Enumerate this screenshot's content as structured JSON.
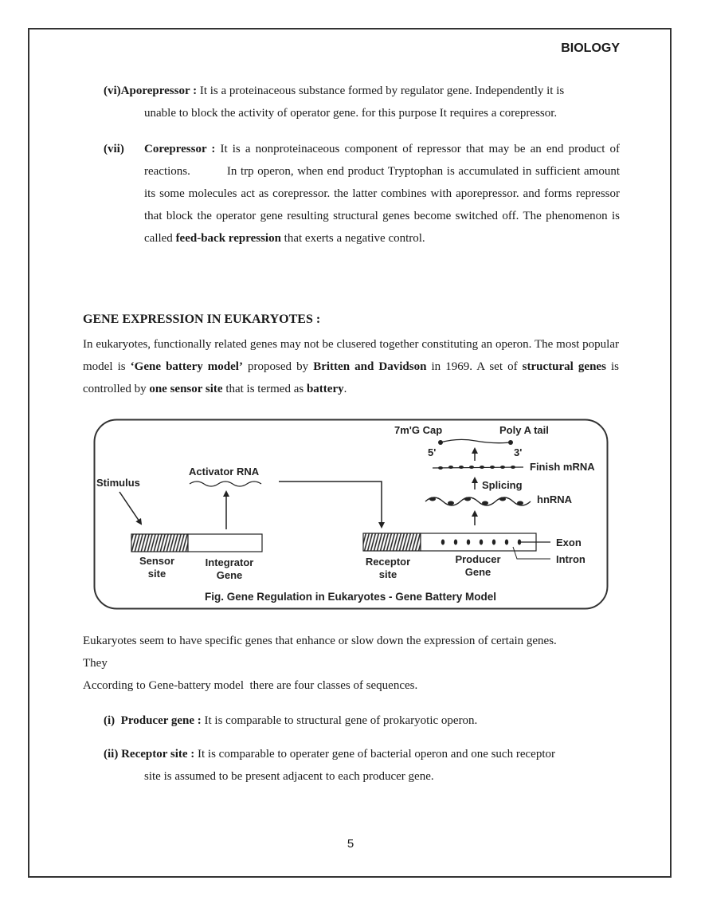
{
  "header": {
    "subject": "BIOLOGY"
  },
  "items_top": [
    {
      "marker": "(vi)",
      "term": "Aporepressor :",
      "line1": " It is a proteinaceous substance formed by regulator gene. Independently it is",
      "line2": "unable to  block the activity of operator gene. for this purpose It requires a corepressor."
    },
    {
      "marker": "(vii)",
      "term": "Corepressor :",
      "text_part1": " It is a nonproteinaceous component of repressor that may be an end product of reactions.          In trp operon, when end product Tryptophan is accumulated in sufficient amount its some molecules act as corepressor. the latter combines with aporepressor. and forms repressor that block the operator gene resulting structural genes become switched off. The phenomenon is called ",
      "bold_phrase": "feed-back repression",
      "text_part2": " that exerts a negative control."
    }
  ],
  "section": {
    "heading": "GENE EXPRESSION IN EUKARYOTES :",
    "intro": {
      "t1": "In eukaryotes, functionally related genes may not be clusered together constituting an operon. The most popular model is ",
      "b1": "‘Gene battery model’",
      "t2": " proposed by ",
      "b2": "Britten and Davidson",
      "t3": " in 1969. A set of ",
      "b3": "structural genes",
      "t4": " is controlled by ",
      "b4": "one sensor site",
      "t5": " that is termed as ",
      "b5": "battery",
      "t6": "."
    }
  },
  "figure": {
    "caption": "Fig.  Gene Regulation in Eukaryotes - Gene Battery Model",
    "labels": {
      "stimulus": "Stimulus",
      "activator_rna": "Activator RNA",
      "sensor_site_1": "Sensor",
      "sensor_site_2": "site",
      "integrator_gene_1": "Integrator",
      "integrator_gene_2": "Gene",
      "receptor_site_1": "Receptor",
      "receptor_site_2": "site",
      "producer_gene_1": "Producer",
      "producer_gene_2": "Gene",
      "exon": "Exon",
      "intron": "Intron",
      "hnrna": "hnRNA",
      "splicing": "Splicing",
      "finish_mrna": "Finish mRNA",
      "cap": "7m'G Cap",
      "poly_a": "Poly A tail",
      "five_prime": "5'",
      "three_prime": "3'"
    }
  },
  "after_figure": {
    "line1": "Eukaryotes seem to have specific genes that enhance or slow down the expression of certain genes.",
    "line2": "They",
    "line3": "According to Gene-battery model  there are four classes of sequences."
  },
  "items_bottom": [
    {
      "marker": "(i)",
      "term": "Producer gene :",
      "text": " It is comparable to structural gene of prokaryotic operon."
    },
    {
      "marker": "(ii)",
      "term": "Receptor site :",
      "line1": " It is comparable to operater gene of bacterial operon and one such receptor",
      "line2": "site is assumed to be present adjacent to each producer gene."
    }
  ],
  "footer": {
    "page_number": "5"
  }
}
